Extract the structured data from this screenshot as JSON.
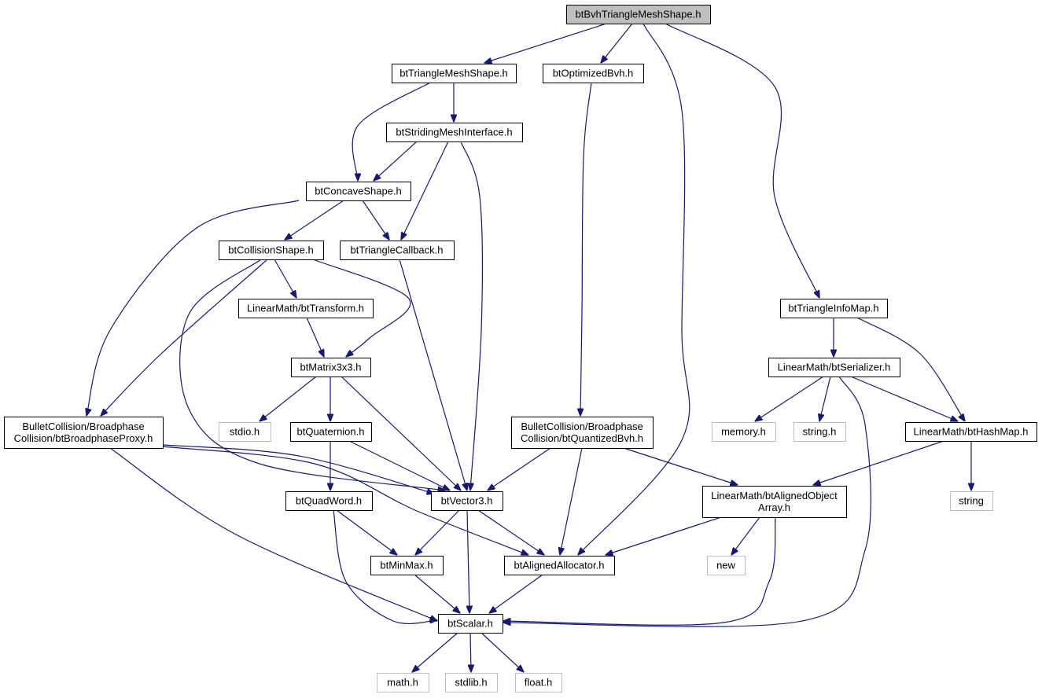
{
  "graph": {
    "nodes": [
      {
        "id": "bvh",
        "lines": [
          "btBvhTriangleMeshShape.h"
        ],
        "kind": "root"
      },
      {
        "id": "tms",
        "lines": [
          "btTriangleMeshShape.h"
        ],
        "kind": "file"
      },
      {
        "id": "obvh",
        "lines": [
          "btOptimizedBvh.h"
        ],
        "kind": "file"
      },
      {
        "id": "smi",
        "lines": [
          "btStridingMeshInterface.h"
        ],
        "kind": "file"
      },
      {
        "id": "concave",
        "lines": [
          "btConcaveShape.h"
        ],
        "kind": "file"
      },
      {
        "id": "colshape",
        "lines": [
          "btCollisionShape.h"
        ],
        "kind": "file"
      },
      {
        "id": "tricb",
        "lines": [
          "btTriangleCallback.h"
        ],
        "kind": "file"
      },
      {
        "id": "transform",
        "lines": [
          "LinearMath/btTransform.h"
        ],
        "kind": "file"
      },
      {
        "id": "matrix",
        "lines": [
          "btMatrix3x3.h"
        ],
        "kind": "file"
      },
      {
        "id": "bproxy",
        "lines": [
          "BulletCollision/Broadphase",
          "Collision/btBroadphaseProxy.h"
        ],
        "kind": "file"
      },
      {
        "id": "stdio",
        "lines": [
          "stdio.h"
        ],
        "kind": "sys"
      },
      {
        "id": "quat",
        "lines": [
          "btQuaternion.h"
        ],
        "kind": "file"
      },
      {
        "id": "qbvh",
        "lines": [
          "BulletCollision/Broadphase",
          "Collision/btQuantizedBvh.h"
        ],
        "kind": "file"
      },
      {
        "id": "tim",
        "lines": [
          "btTriangleInfoMap.h"
        ],
        "kind": "file"
      },
      {
        "id": "ser",
        "lines": [
          "LinearMath/btSerializer.h"
        ],
        "kind": "file"
      },
      {
        "id": "memory",
        "lines": [
          "memory.h"
        ],
        "kind": "sys"
      },
      {
        "id": "stringh",
        "lines": [
          "string.h"
        ],
        "kind": "sys"
      },
      {
        "id": "hashmap",
        "lines": [
          "LinearMath/btHashMap.h"
        ],
        "kind": "file"
      },
      {
        "id": "string",
        "lines": [
          "string"
        ],
        "kind": "sys"
      },
      {
        "id": "qword",
        "lines": [
          "btQuadWord.h"
        ],
        "kind": "file"
      },
      {
        "id": "vec3",
        "lines": [
          "btVector3.h"
        ],
        "kind": "file"
      },
      {
        "id": "aoa",
        "lines": [
          "LinearMath/btAlignedObject",
          "Array.h"
        ],
        "kind": "file"
      },
      {
        "id": "minmax",
        "lines": [
          "btMinMax.h"
        ],
        "kind": "file"
      },
      {
        "id": "alloc",
        "lines": [
          "btAlignedAllocator.h"
        ],
        "kind": "file"
      },
      {
        "id": "new",
        "lines": [
          "new"
        ],
        "kind": "sys"
      },
      {
        "id": "scalar",
        "lines": [
          "btScalar.h"
        ],
        "kind": "file"
      },
      {
        "id": "math",
        "lines": [
          "math.h"
        ],
        "kind": "sys"
      },
      {
        "id": "stdlib",
        "lines": [
          "stdlib.h"
        ],
        "kind": "sys"
      },
      {
        "id": "float",
        "lines": [
          "float.h"
        ],
        "kind": "sys"
      }
    ],
    "edges": [
      [
        "bvh",
        "tms"
      ],
      [
        "bvh",
        "obvh"
      ],
      [
        "bvh",
        "alloc"
      ],
      [
        "bvh",
        "tim"
      ],
      [
        "tms",
        "smi"
      ],
      [
        "tms",
        "concave"
      ],
      [
        "smi",
        "concave"
      ],
      [
        "smi",
        "tricb"
      ],
      [
        "smi",
        "vec3"
      ],
      [
        "concave",
        "colshape"
      ],
      [
        "concave",
        "tricb"
      ],
      [
        "concave",
        "bproxy"
      ],
      [
        "colshape",
        "transform"
      ],
      [
        "colshape",
        "matrix"
      ],
      [
        "colshape",
        "bproxy"
      ],
      [
        "colshape",
        "vec3"
      ],
      [
        "transform",
        "matrix"
      ],
      [
        "tricb",
        "vec3"
      ],
      [
        "matrix",
        "stdio"
      ],
      [
        "matrix",
        "quat"
      ],
      [
        "matrix",
        "vec3"
      ],
      [
        "bproxy",
        "vec3"
      ],
      [
        "bproxy",
        "alloc"
      ],
      [
        "bproxy",
        "scalar"
      ],
      [
        "quat",
        "qword"
      ],
      [
        "quat",
        "vec3"
      ],
      [
        "obvh",
        "qbvh"
      ],
      [
        "qbvh",
        "vec3"
      ],
      [
        "qbvh",
        "alloc"
      ],
      [
        "qbvh",
        "aoa"
      ],
      [
        "tim",
        "ser"
      ],
      [
        "tim",
        "hashmap"
      ],
      [
        "ser",
        "memory"
      ],
      [
        "ser",
        "stringh"
      ],
      [
        "ser",
        "hashmap"
      ],
      [
        "ser",
        "scalar"
      ],
      [
        "hashmap",
        "string"
      ],
      [
        "hashmap",
        "aoa"
      ],
      [
        "qword",
        "minmax"
      ],
      [
        "qword",
        "scalar"
      ],
      [
        "vec3",
        "minmax"
      ],
      [
        "vec3",
        "scalar"
      ],
      [
        "vec3",
        "alloc"
      ],
      [
        "aoa",
        "alloc"
      ],
      [
        "aoa",
        "new"
      ],
      [
        "aoa",
        "scalar"
      ],
      [
        "minmax",
        "scalar"
      ],
      [
        "alloc",
        "scalar"
      ],
      [
        "scalar",
        "math"
      ],
      [
        "scalar",
        "stdlib"
      ],
      [
        "scalar",
        "float"
      ]
    ]
  }
}
